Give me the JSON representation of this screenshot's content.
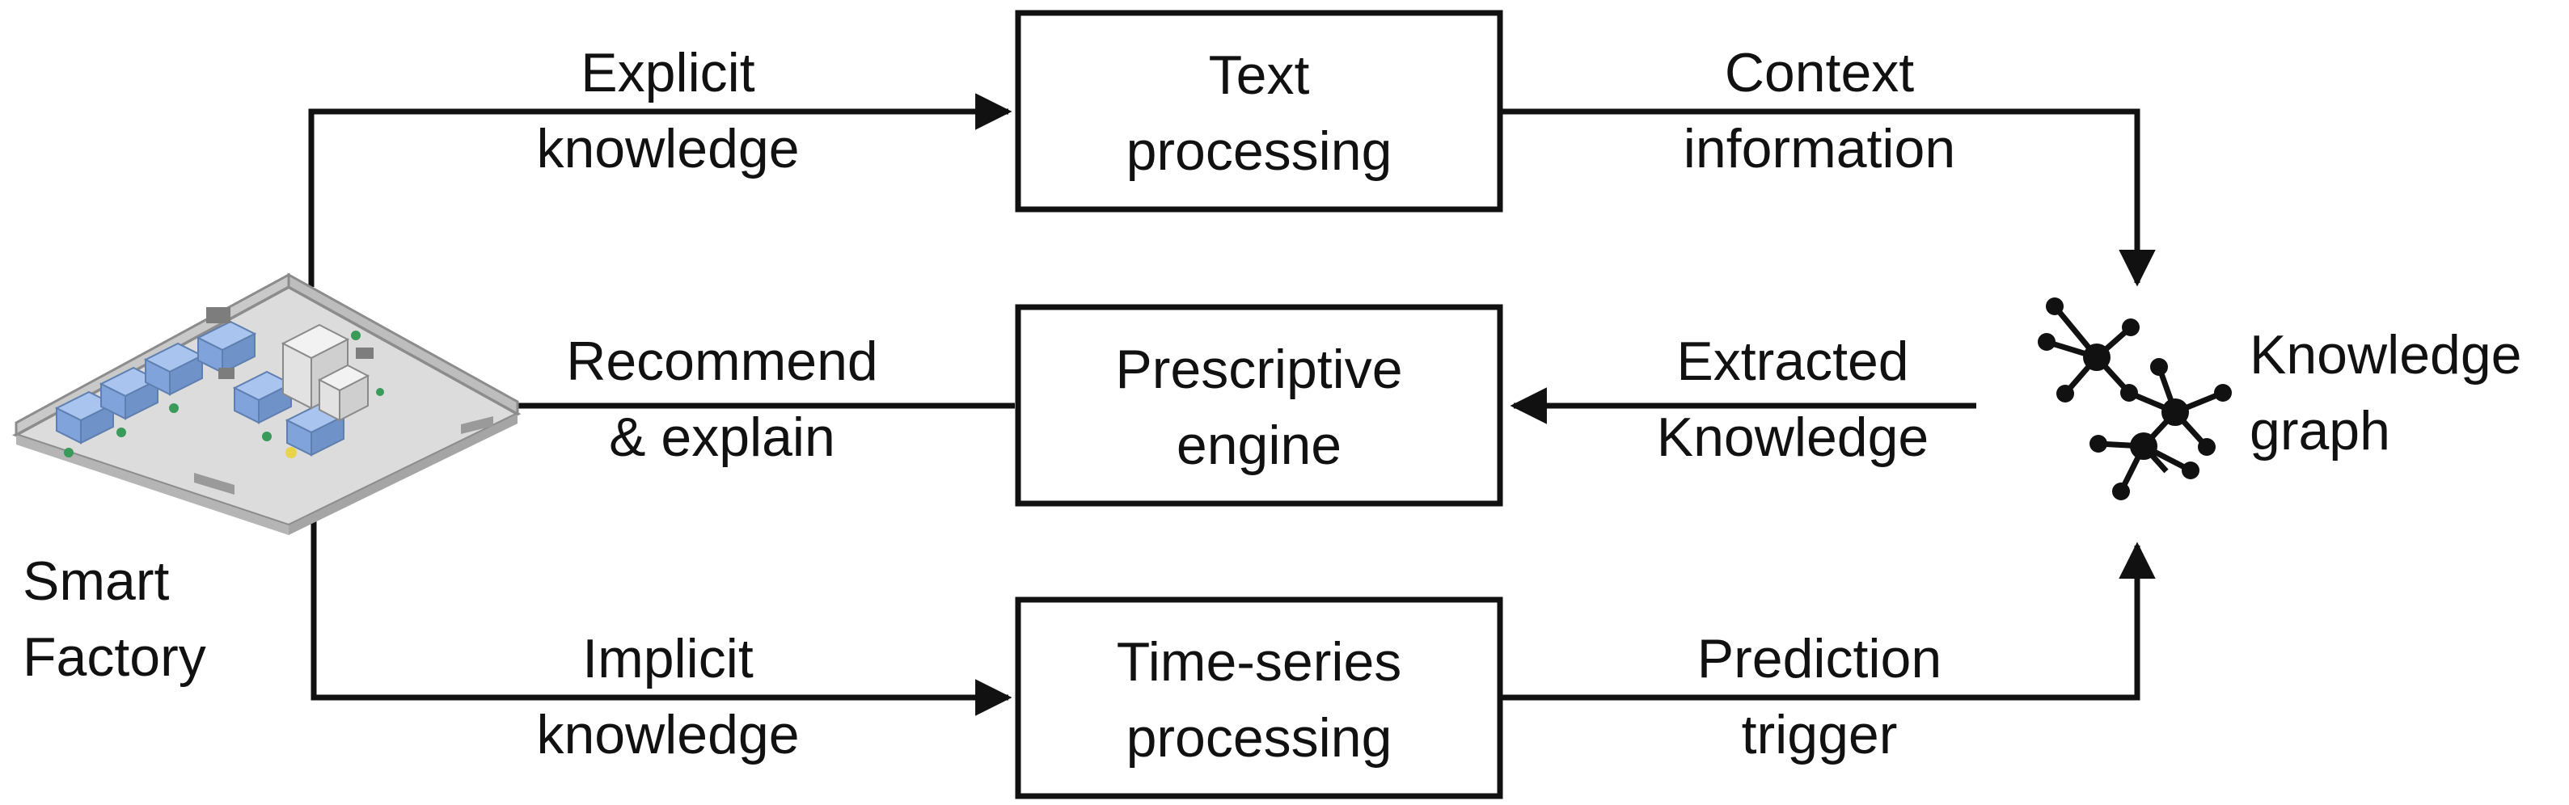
{
  "boxes": {
    "text_processing": [
      "Text",
      "processing"
    ],
    "prescriptive_engine": [
      "Prescriptive",
      "engine"
    ],
    "time_series_processing": [
      "Time-series",
      "processing"
    ]
  },
  "edges": {
    "explicit_knowledge": [
      "Explicit",
      "knowledge"
    ],
    "recommend_explain": [
      "Recommend",
      "& explain"
    ],
    "implicit_knowledge": [
      "Implicit",
      "knowledge"
    ],
    "context_information": [
      "Context",
      "information"
    ],
    "extracted_knowledge": [
      "Extracted",
      "Knowledge"
    ],
    "prediction_trigger": [
      "Prediction",
      "trigger"
    ]
  },
  "nodes": {
    "smart_factory": [
      "Smart",
      "Factory"
    ],
    "knowledge_graph": [
      "Knowledge",
      "graph"
    ]
  },
  "colors": {
    "line": "#111111",
    "factory_floor": "#d9d9d9",
    "factory_wall": "#9a9a9a",
    "machine": "#8fb4e8",
    "machine_dark": "#5f7fb0",
    "accent_green": "#3a9a5a"
  },
  "icons": {
    "factory": "smart-factory-icon",
    "graph": "knowledge-graph-icon"
  }
}
